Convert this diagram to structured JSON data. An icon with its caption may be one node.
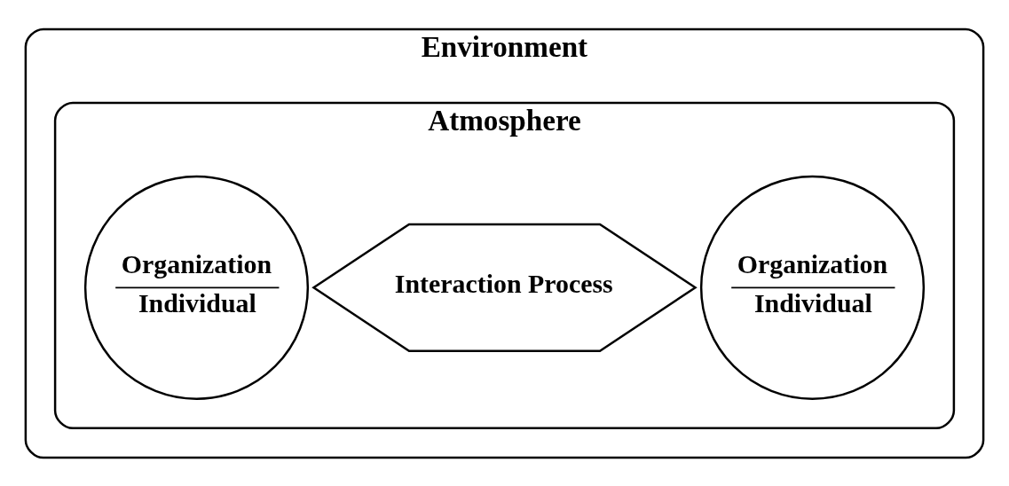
{
  "diagram": {
    "nodes": [
      {
        "text": [
          "Environment"
        ]
      },
      {
        "text": [
          "Atmosphere"
        ],
        "in": 0
      },
      {
        "text": [
          "Organization",
          "Individual"
        ],
        "in": 1
      },
      {
        "text": [
          "Interaction Process"
        ],
        "in": 1
      },
      {
        "text": [
          "Organization",
          "Individual"
        ],
        "in": 1
      }
    ]
  }
}
